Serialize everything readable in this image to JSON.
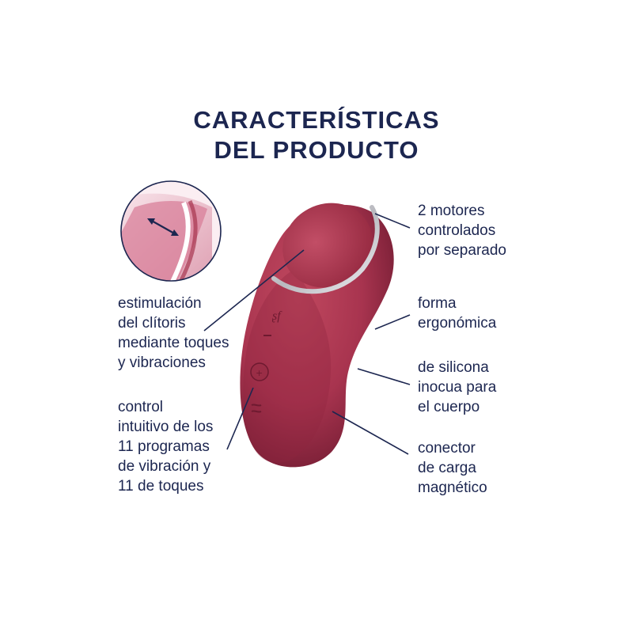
{
  "title": {
    "line1": "CARACTERÍSTICAS",
    "line2": "DEL PRODUCTO"
  },
  "features": {
    "motors": [
      "2 motores",
      "controlados",
      "por separado"
    ],
    "ergonomic": [
      "forma",
      "ergonómica"
    ],
    "silicone": [
      "de silicona",
      "inocua para",
      "el cuerpo"
    ],
    "charger": [
      "conector",
      "de carga",
      "magnético"
    ],
    "stimulation": [
      "estimulación",
      "del clítoris",
      "mediante toques",
      "y vibraciones"
    ],
    "control": [
      "control",
      "intuitivo de los",
      "11 programas",
      "de vibración y",
      "11 de toques"
    ]
  },
  "colors": {
    "title": "#1c2650",
    "product": "#a8344f",
    "product_dark": "#7e1f37",
    "silver": "#d8d8dc"
  },
  "icons": {
    "zoom": "magnified-tip-icon",
    "arrow": "double-arrow-icon",
    "logo": "brand-logo-icon",
    "buttons": "control-buttons-icon"
  }
}
